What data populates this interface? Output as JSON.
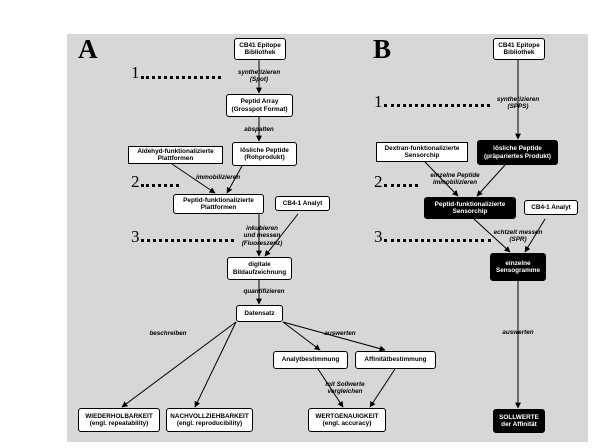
{
  "panel_a": {
    "letter": "A",
    "boxes": {
      "library": "CB41 Epitope\nBibliothek",
      "array": "Peptid Array\n(Grosspot Format)",
      "aldehyde": "Aldehyd-funktionalizierte\nPlattformen",
      "soluble": "lösliche Peptide\n(Rohprodukt)",
      "platform": "Peptid-funktionalizierte\nPlattformen",
      "analyte": "CB4-1 Analyt",
      "imaging": "digitale\nBildaufzeichnung",
      "dataset": "Datensatz",
      "analyt_det": "Analytbestimmung",
      "affin_det": "Affinitätbestimmung",
      "repeat": "WIEDERHOLBARKEIT\n(engl. repeatability)",
      "reproduce": "NACHVOLLZIEHBARKEIT\n(engl. reproducibility)",
      "accuracy": "WERTGENAUIGKEIT\n(engl. accuracy)"
    },
    "labels": {
      "synth": "synthetizieren\n(Spot)",
      "abspalten": "abspalten",
      "immob": "immobilizieren",
      "incubate": "inkubieren\nund messen\n(Fluoreszenz)",
      "quant": "quantifizieren",
      "describe": "beschreiben",
      "evaluate": "auswerten",
      "compare": "mit Sollwerte\nvergleichen"
    },
    "steps": [
      "1",
      "2",
      "3"
    ]
  },
  "panel_b": {
    "letter": "B",
    "boxes": {
      "library": "CB41 Epitope\nBibliothek",
      "dextran": "Dextran-funktionalizierte\nSensorchip",
      "single": "lösliche Peptide\n(präpariertes Produkt)",
      "sensorchip": "Peptid-funktionalizierte\nSensorchip",
      "analyte": "CB4-1 Analyt",
      "sensograms": "einzelne\nSensogramme",
      "affinity": "SOLLWERTE\nder Affinität"
    },
    "labels": {
      "synth": "synthetizieren\n(SPPS)",
      "immob": "einzelne Peptide\nimmobilizieren",
      "realtime": "echtzeit messen\n(SPR)",
      "evaluate": "auswerten"
    },
    "steps": [
      "1",
      "2",
      "3"
    ]
  }
}
